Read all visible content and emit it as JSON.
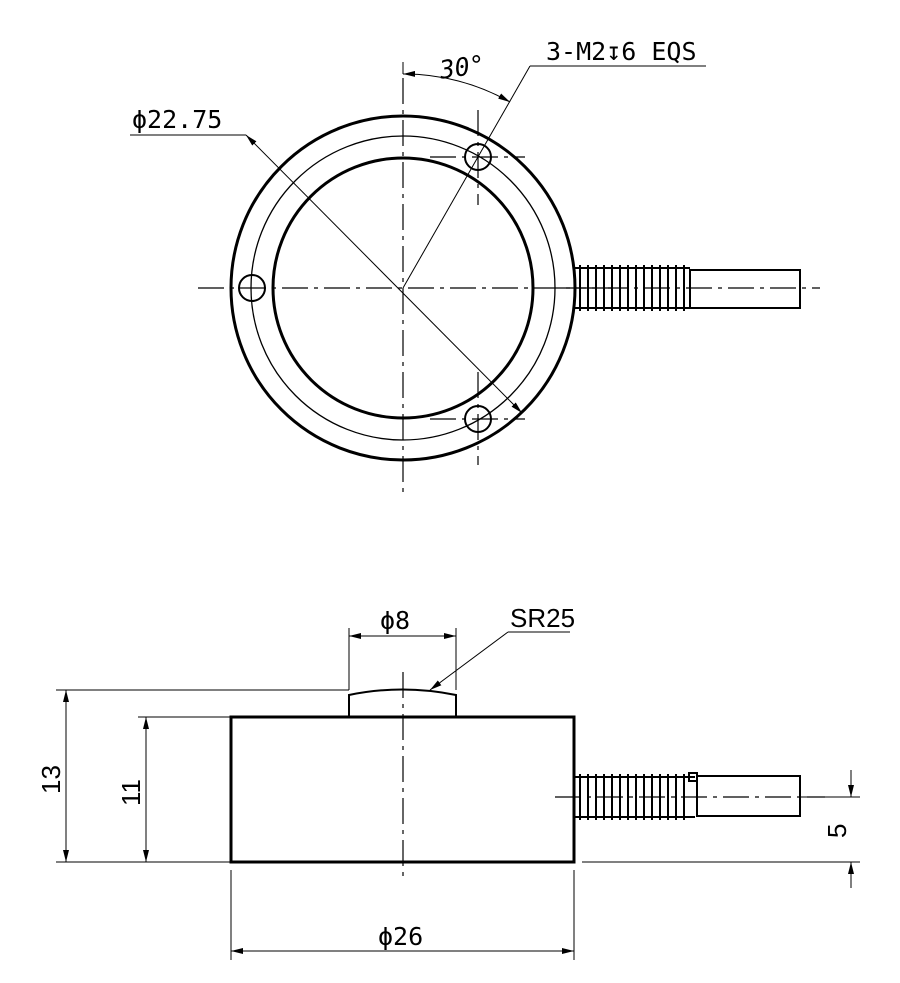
{
  "top_view": {
    "angle_label": "30°",
    "hole_callout": "3-M2↧6 EQS",
    "diameter_label": "ϕ22.75"
  },
  "side_view": {
    "button_diameter_label": "ϕ8",
    "sphere_radius_label": "SR25",
    "total_height_label": "13",
    "body_height_label": "11",
    "body_diameter_label": "ϕ26",
    "cable_offset_label": "5"
  }
}
